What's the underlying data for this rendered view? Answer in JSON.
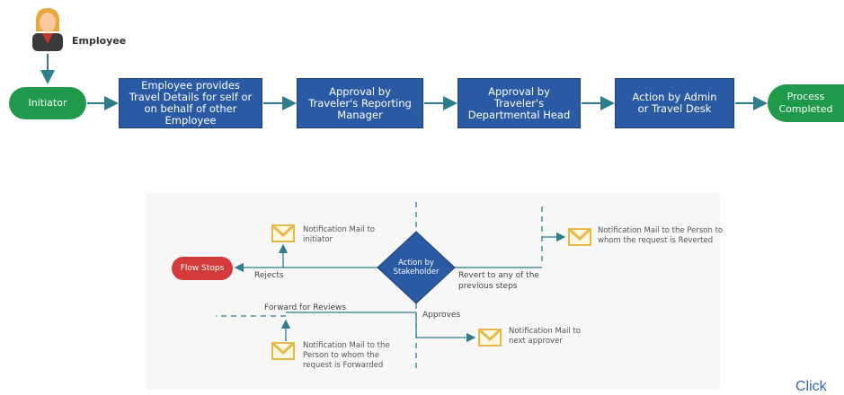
{
  "top_flow": {
    "employee_label": "Employee",
    "initiator": "Initiator",
    "step1": "Employee provides Travel Details for self or on behalf of other Employee",
    "step2": "Approval by Traveler's Reporting Manager",
    "step3": "Approval by Traveler's Departmental Head",
    "step4": "Action by Admin or Travel Desk",
    "end": "Process Completed"
  },
  "decision_flow": {
    "decision": "Action by Stakeholder",
    "flow_stops": "Flow Stops",
    "rejects": "Rejects",
    "revert": "Revert to any of the previous steps",
    "forward": "Forward for Reviews",
    "approves": "Approves",
    "mail_initiator": "Notification Mail to initiator",
    "mail_reverted": "Notification Mail to the Person to whom the request is Reverted",
    "mail_forwarded": "Notification Mail to the Person to whom the request is Forwarded",
    "mail_next": "Notification Mail to next approver"
  },
  "footer": {
    "click_text": "Click"
  },
  "colors": {
    "green": "#1f9a4a",
    "blue": "#2a5aa4",
    "red": "#d33a3a",
    "arrow": "#2f7d8c",
    "mail": "#e7b84a"
  }
}
